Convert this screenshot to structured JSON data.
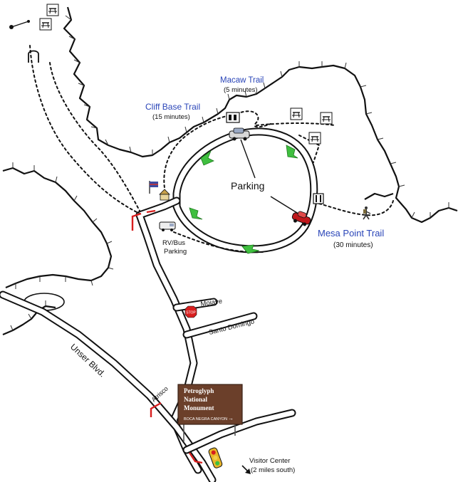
{
  "labels": {
    "macaw_trail": "Macaw Trail",
    "macaw_time": "(5 minutes)",
    "cliff_base_trail": "Cliff Base Trail",
    "cliff_base_time": "(15 minutes)",
    "parking": "Parking",
    "mesa_point_trail": "Mesa Point Trail",
    "mesa_point_time": "(30 minutes)",
    "rv_bus_line1": "RV/Bus",
    "rv_bus_line2": "Parking",
    "mojave": "Mojave",
    "santo_domingo": "Santo Domingo",
    "unser_blvd": "Unser Blvd.",
    "atrisco": "Atrisco",
    "visitor_center_line1": "Visitor Center",
    "visitor_center_line2": "(2 miles south)",
    "stop": "STOP"
  },
  "sign": {
    "line1": "Petroglyph",
    "line2": "National",
    "line3": "Monument",
    "line4": "BOCA NEGRA CANYON",
    "arrow": "→"
  },
  "colors": {
    "trail_label": "#2a45b8",
    "direction_arrow": "#3fbf3f",
    "sign_background": "#6b3f2a",
    "stop_sign": "#d81e1e",
    "turn_marker": "#d81e1e",
    "car_red": "#c0181c"
  },
  "icons": [
    "picnic-table-icon",
    "restroom-icon",
    "car-icon",
    "rv-icon",
    "flag-icon",
    "shelter-icon",
    "hiker-icon",
    "stop-sign-icon",
    "traffic-light-icon",
    "north-arrow-icon"
  ]
}
